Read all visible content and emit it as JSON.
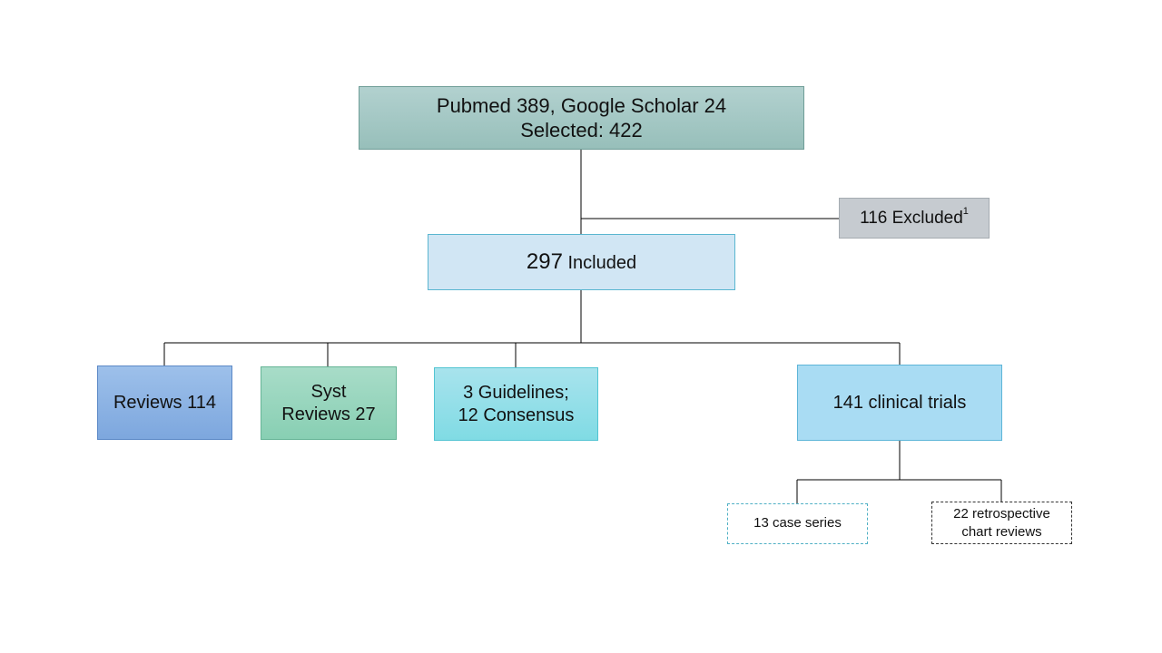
{
  "sources": {
    "line1": "Pubmed 389, Google Scholar 24",
    "line2": "Selected: 422"
  },
  "excluded": {
    "label": "116 Excluded",
    "footnote": "1"
  },
  "included": {
    "count": "297",
    "label": "Included"
  },
  "reviews": {
    "label": "Reviews 114"
  },
  "syst_reviews": {
    "line1": "Syst",
    "line2": "Reviews 27"
  },
  "guidelines": {
    "line1": "3 Guidelines;",
    "line2": "12 Consensus"
  },
  "clinical_trials": {
    "label": "141 clinical trials"
  },
  "case_series": {
    "label": "13 case series"
  },
  "retrospective": {
    "line1": "22 retrospective",
    "line2": "chart reviews"
  }
}
